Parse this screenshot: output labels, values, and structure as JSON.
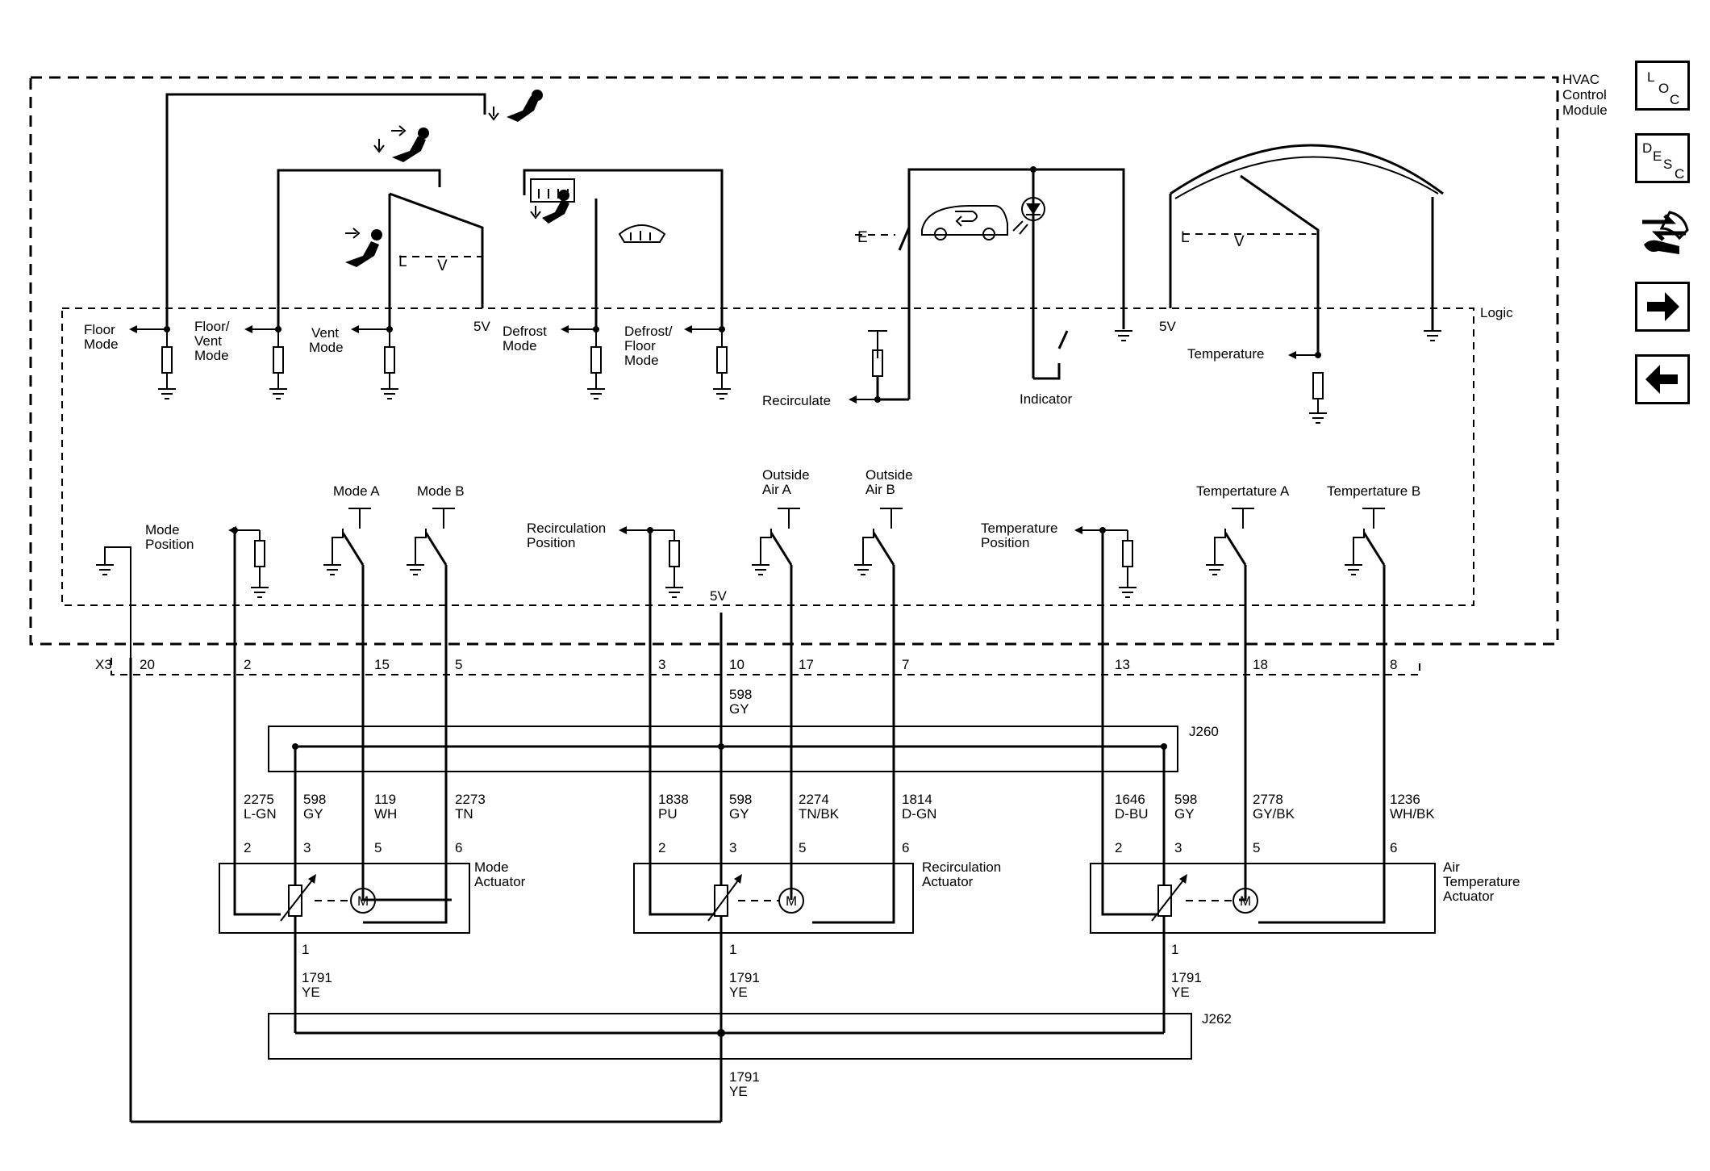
{
  "module": {
    "title_lines": [
      "HVAC",
      "Control",
      "Module"
    ],
    "logic": "Logic",
    "connector": "X3"
  },
  "switch_labels": {
    "floor": [
      "Floor",
      "Mode"
    ],
    "floor_vent": [
      "Floor/",
      "Vent",
      "Mode"
    ],
    "vent": [
      "Vent",
      "Mode"
    ],
    "v5_a": "5V",
    "defrost": [
      "Defrost",
      "Mode"
    ],
    "defrost_floor": [
      "Defrost/",
      "Floor",
      "Mode"
    ],
    "recirculate": "Recirculate",
    "indicator": "Indicator",
    "v5_b": "5V",
    "temperature": "Temperature",
    "lever_low": "L",
    "lever_high": "V",
    "e_label": "E"
  },
  "circuits": {
    "mode_position": [
      "Mode",
      "Position"
    ],
    "mode_a": "Mode A",
    "mode_b": "Mode B",
    "recirc_position": [
      "Recirculation",
      "Position"
    ],
    "outside_a": [
      "Outside",
      "Air A"
    ],
    "outside_b": [
      "Outside",
      "Air B"
    ],
    "v5": "5V",
    "temp_position": [
      "Temperature",
      "Position"
    ],
    "temp_a": "Tempertature A",
    "temp_b": "Tempertature B"
  },
  "pins": [
    "20",
    "2",
    "15",
    "5",
    "3",
    "10",
    "17",
    "7",
    "13",
    "18",
    "8"
  ],
  "splices": {
    "j260": "J260",
    "j262": "J262"
  },
  "wire_598": [
    "598",
    "GY"
  ],
  "wires": [
    [
      "2275",
      "L-GN"
    ],
    [
      "598",
      "GY"
    ],
    [
      "119",
      "WH"
    ],
    [
      "2273",
      "TN"
    ],
    [
      "1838",
      "PU"
    ],
    [
      "598",
      "GY"
    ],
    [
      "2274",
      "TN/BK"
    ],
    [
      "1814",
      "D-GN"
    ],
    [
      "1646",
      "D-BU"
    ],
    [
      "598",
      "GY"
    ],
    [
      "2778",
      "GY/BK"
    ],
    [
      "1236",
      "WH/BK"
    ]
  ],
  "actuator_pins": [
    "2",
    "3",
    "5",
    "6"
  ],
  "actuators": {
    "mode": [
      "Mode",
      "Actuator"
    ],
    "recirc": [
      "Recirculation",
      "Actuator"
    ],
    "air_temp": [
      "Air",
      "Temperature",
      "Actuator"
    ]
  },
  "motor_symbol": "M",
  "ground_pin": "1",
  "ground_wire": [
    "1791",
    "YE"
  ],
  "nav": {
    "loc": [
      "L",
      "O",
      "C"
    ],
    "desc": [
      "D",
      "E",
      "S",
      "C"
    ]
  }
}
